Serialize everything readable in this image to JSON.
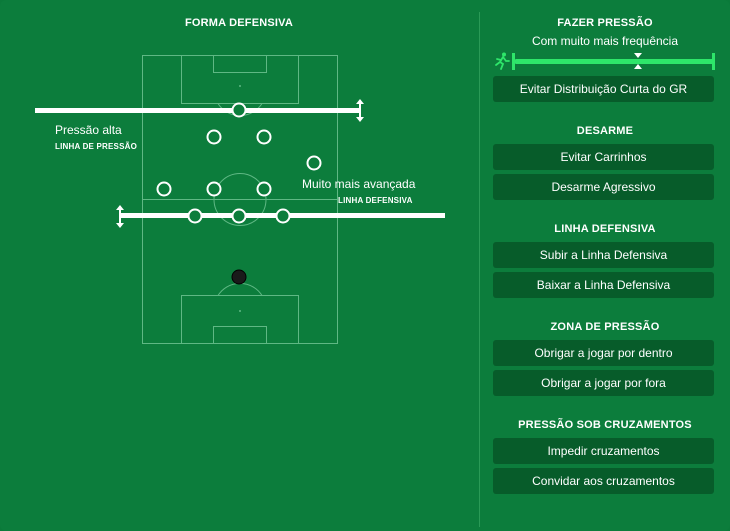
{
  "left_title": "FORMA DEFENSIVA",
  "pressing_line": {
    "value": "Pressão alta",
    "label": "LINHA DE PRESSÃO"
  },
  "defensive_line": {
    "value": "Muito mais avançada",
    "label": "LINHA DEFENSIVA"
  },
  "sections": {
    "pressure": {
      "title": "FAZER PRESSÃO",
      "value": "Com muito mais frequência",
      "slider_level": 0.62,
      "button": "Evitar Distribuição Curta do GR"
    },
    "tackling": {
      "title": "DESARME",
      "buttons": [
        "Evitar Carrinhos",
        "Desarme Agressivo"
      ]
    },
    "line": {
      "title": "LINHA DEFENSIVA",
      "buttons": [
        "Subir a Linha Defensiva",
        "Baixar a Linha Defensiva"
      ]
    },
    "zone": {
      "title": "ZONA DE PRESSÃO",
      "buttons": [
        "Obrigar a jogar por dentro",
        "Obrigar a jogar por fora"
      ]
    },
    "crosses": {
      "title": "PRESSÃO SOB CRUZAMENTOS",
      "buttons": [
        "Impedir cruzamentos",
        "Convidar aos cruzamentos"
      ]
    }
  },
  "colors": {
    "background": "#0c7d3c",
    "button": "#075c2a",
    "accent": "#2ee66a"
  },
  "icons": [
    "runner-icon",
    "slider-thumb-icon",
    "double-arrow-icon"
  ]
}
